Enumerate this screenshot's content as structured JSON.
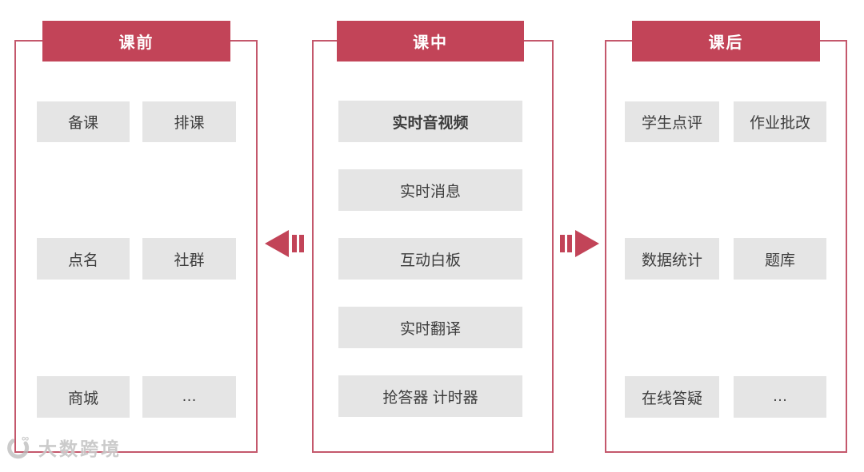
{
  "colors": {
    "accent": "#c24458",
    "panel_border": "#c4586c",
    "box_bg": "#e5e5e5",
    "box_text": "#3d3d3d",
    "header_text": "#ffffff",
    "watermark_text": "#b9b9b9"
  },
  "columns": [
    {
      "title": "课前",
      "items": [
        {
          "label": "备课"
        },
        {
          "label": "排课"
        },
        {
          "label": "点名"
        },
        {
          "label": "社群"
        },
        {
          "label": "商城"
        },
        {
          "label": "…"
        }
      ]
    },
    {
      "title": "课中",
      "items": [
        {
          "label": "实时音视频",
          "bold": true
        },
        {
          "label": "实时消息"
        },
        {
          "label": "互动白板"
        },
        {
          "label": "实时翻译"
        },
        {
          "label": "抢答器 计时器"
        }
      ]
    },
    {
      "title": "课后",
      "items": [
        {
          "label": "学生点评"
        },
        {
          "label": "作业批改"
        },
        {
          "label": "数据统计"
        },
        {
          "label": "题库"
        },
        {
          "label": "在线答疑"
        },
        {
          "label": "…"
        }
      ]
    }
  ],
  "arrows": [
    {
      "direction": "left"
    },
    {
      "direction": "right"
    }
  ],
  "watermark": {
    "brand": "大数跨境"
  }
}
